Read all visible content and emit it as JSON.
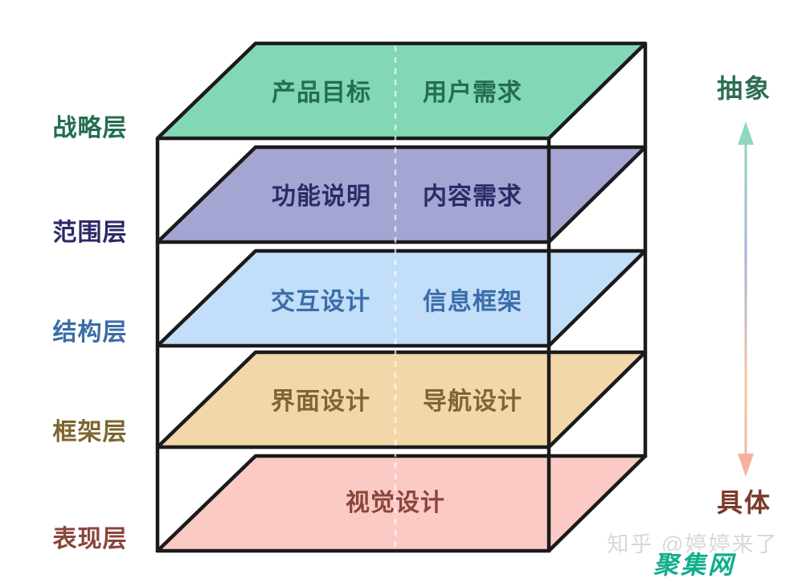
{
  "colors": {
    "background": "#ffffff",
    "line": "#1b1b1b",
    "divider": "rgba(255,255,255,0.65)"
  },
  "layers": [
    {
      "side_label": "战略层",
      "cells": [
        "产品目标",
        "用户需求"
      ],
      "fill": "#82d8b4",
      "text_color": "#236e4e"
    },
    {
      "side_label": "范围层",
      "cells": [
        "功能说明",
        "内容需求"
      ],
      "fill": "#a5a5d4",
      "text_color": "#2b2b68"
    },
    {
      "side_label": "结构层",
      "cells": [
        "交互设计",
        "信息框架"
      ],
      "fill": "#c2def8",
      "text_color": "#3a6da8"
    },
    {
      "side_label": "框架层",
      "cells": [
        "界面设计",
        "导航设计"
      ],
      "fill": "#f2d8a8",
      "text_color": "#7d6730"
    },
    {
      "side_label": "表现层",
      "cells": [
        "视觉设计"
      ],
      "fill": "#fbcac4",
      "text_color": "#8a463c"
    }
  ],
  "axis": {
    "top_label": "抽象",
    "top_label_color": "#2d6e54",
    "bottom_label": "具体",
    "bottom_label_color": "#7c392a",
    "gradient": [
      "#8fd9be",
      "#a8b2dc",
      "#f4c6a4",
      "#f6b2a0"
    ]
  },
  "watermarks": {
    "zhihu": "知乎 @婷婷来了",
    "zhihu_color": "#d8d8d8",
    "site": "聚集网",
    "site_color": "#12ad8d"
  }
}
